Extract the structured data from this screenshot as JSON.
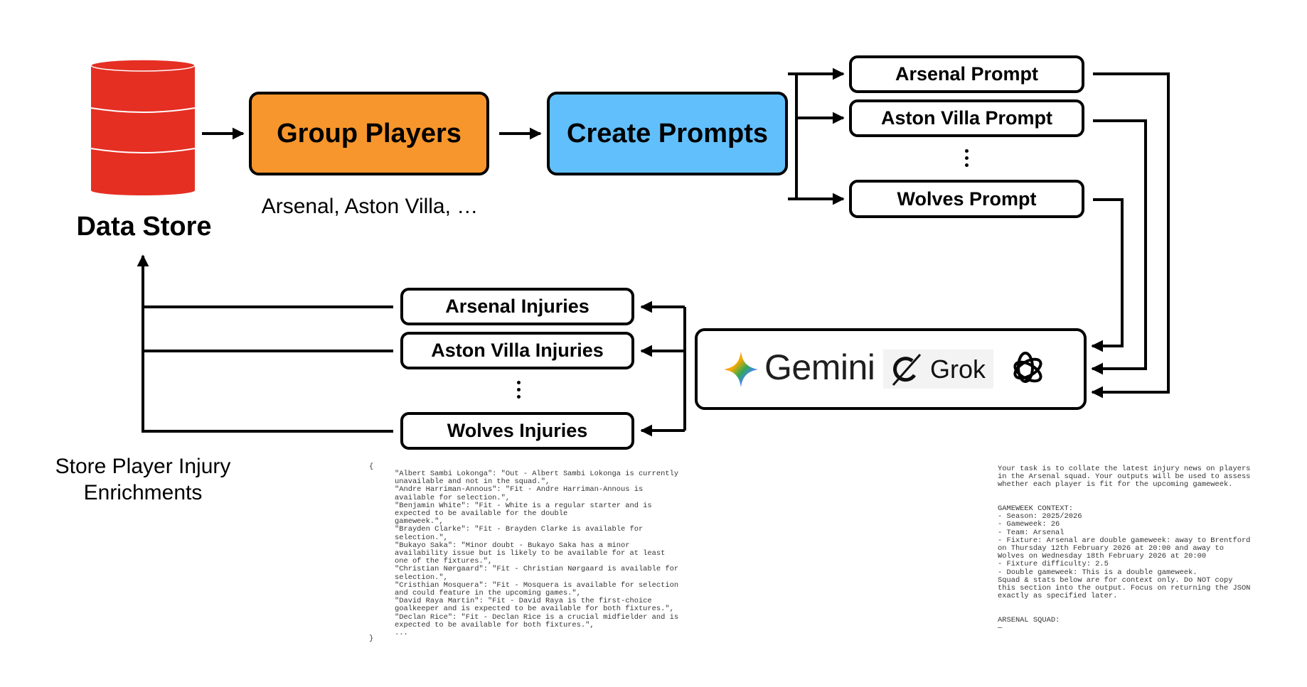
{
  "diagram": {
    "data_store": {
      "label": "Data Store",
      "color": "#e52f23"
    },
    "group_players": {
      "label": "Group Players",
      "caption": "Arsenal, Aston Villa, …",
      "color": "#f7962c"
    },
    "create_prompts": {
      "label": "Create Prompts",
      "color": "#61bffc"
    },
    "prompts": [
      {
        "label": "Arsenal Prompt"
      },
      {
        "label": "Aston Villa Prompt"
      },
      {
        "label": "Wolves Prompt"
      }
    ],
    "llms": {
      "gemini": {
        "label": "Gemini",
        "icon": "gemini-sparkle-icon"
      },
      "grok": {
        "label": "Grok",
        "icon": "grok-logo-icon"
      },
      "openai": {
        "icon": "openai-logo-icon"
      }
    },
    "injuries": [
      {
        "label": "Arsenal Injuries"
      },
      {
        "label": "Aston Villa Injuries"
      },
      {
        "label": "Wolves Injuries"
      }
    ],
    "store_caption": {
      "line1": "Store Player Injury",
      "line2": "Enrichments"
    }
  },
  "injury_json_example": {
    "open": "{",
    "lines": [
      "\"Albert Sambi Lokonga\": \"Out - Albert Sambi Lokonga is currently",
      "unavailable and not in the squad.\",",
      "\"Andre Harriman-Annous\": \"Fit - Andre Harriman-Annous is",
      "available for selection.\",",
      "\"Benjamin White\": \"Fit - White is a regular starter and is",
      "expected to be available for the double",
      "gameweek.\",",
      "\"Brayden Clarke\": \"Fit - Brayden Clarke is available for",
      "selection.\",",
      "\"Bukayo Saka\": \"Minor doubt - Bukayo Saka has a minor",
      "availability issue but is likely to be available for at least",
      "one of the fixtures.\",",
      "\"Christian Nørgaard\": \"Fit - Christian Nørgaard is available for",
      "selection.\",",
      "\"Cristhian Mosquera\": \"Fit - Mosquera is available for selection",
      "and could feature in the upcoming games.\",",
      "\"David Raya Martin\": \"Fit - David Raya is the first-choice",
      "goalkeeper and is expected to be available for both fixtures.\",",
      "\"Declan Rice\": \"Fit - Declan Rice is a crucial midfielder and is",
      "expected to be available for both fixtures.\",",
      "..."
    ],
    "close": "}"
  },
  "prompt_example": {
    "lines": [
      "Your task is to collate the latest injury news on players",
      "in the Arsenal squad. Your outputs will be used to assess",
      "whether each player is fit for the upcoming gameweek.",
      "",
      "",
      "GAMEWEEK CONTEXT:",
      "- Season: 2025/2026",
      "- Gameweek: 26",
      "- Team: Arsenal",
      "- Fixture: Arsenal are double gameweek: away to Brentford",
      "on Thursday 12th February 2026 at 20:00 and away to",
      "Wolves on Wednesday 18th February 2026 at 20:00",
      "- Fixture difficulty: 2.5",
      "- Double gameweek: This is a double gameweek.",
      "Squad & stats below are for context only. Do NOT copy",
      "this section into the output. Focus on returning the JSON",
      "exactly as specified later.",
      "",
      "",
      "ARSENAL SQUAD:",
      "—"
    ]
  }
}
